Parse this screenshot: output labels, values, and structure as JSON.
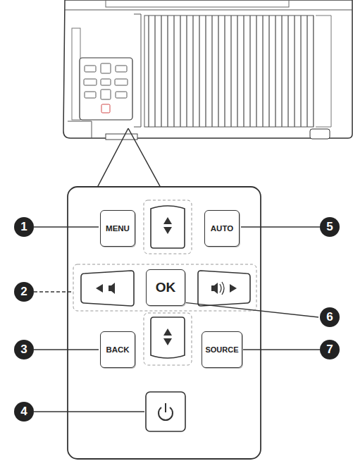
{
  "diagram": {
    "nodes": [
      {
        "text": [
          "MENU"
        ]
      },
      {
        "text": [
          "AUTO"
        ]
      },
      {
        "text": [
          "OK"
        ]
      },
      {
        "text": [
          "BACK"
        ]
      },
      {
        "text": [
          "SOURCE"
        ]
      }
    ],
    "labels": [
      "1",
      "2",
      "3",
      "4",
      "5",
      "6",
      "7"
    ]
  }
}
